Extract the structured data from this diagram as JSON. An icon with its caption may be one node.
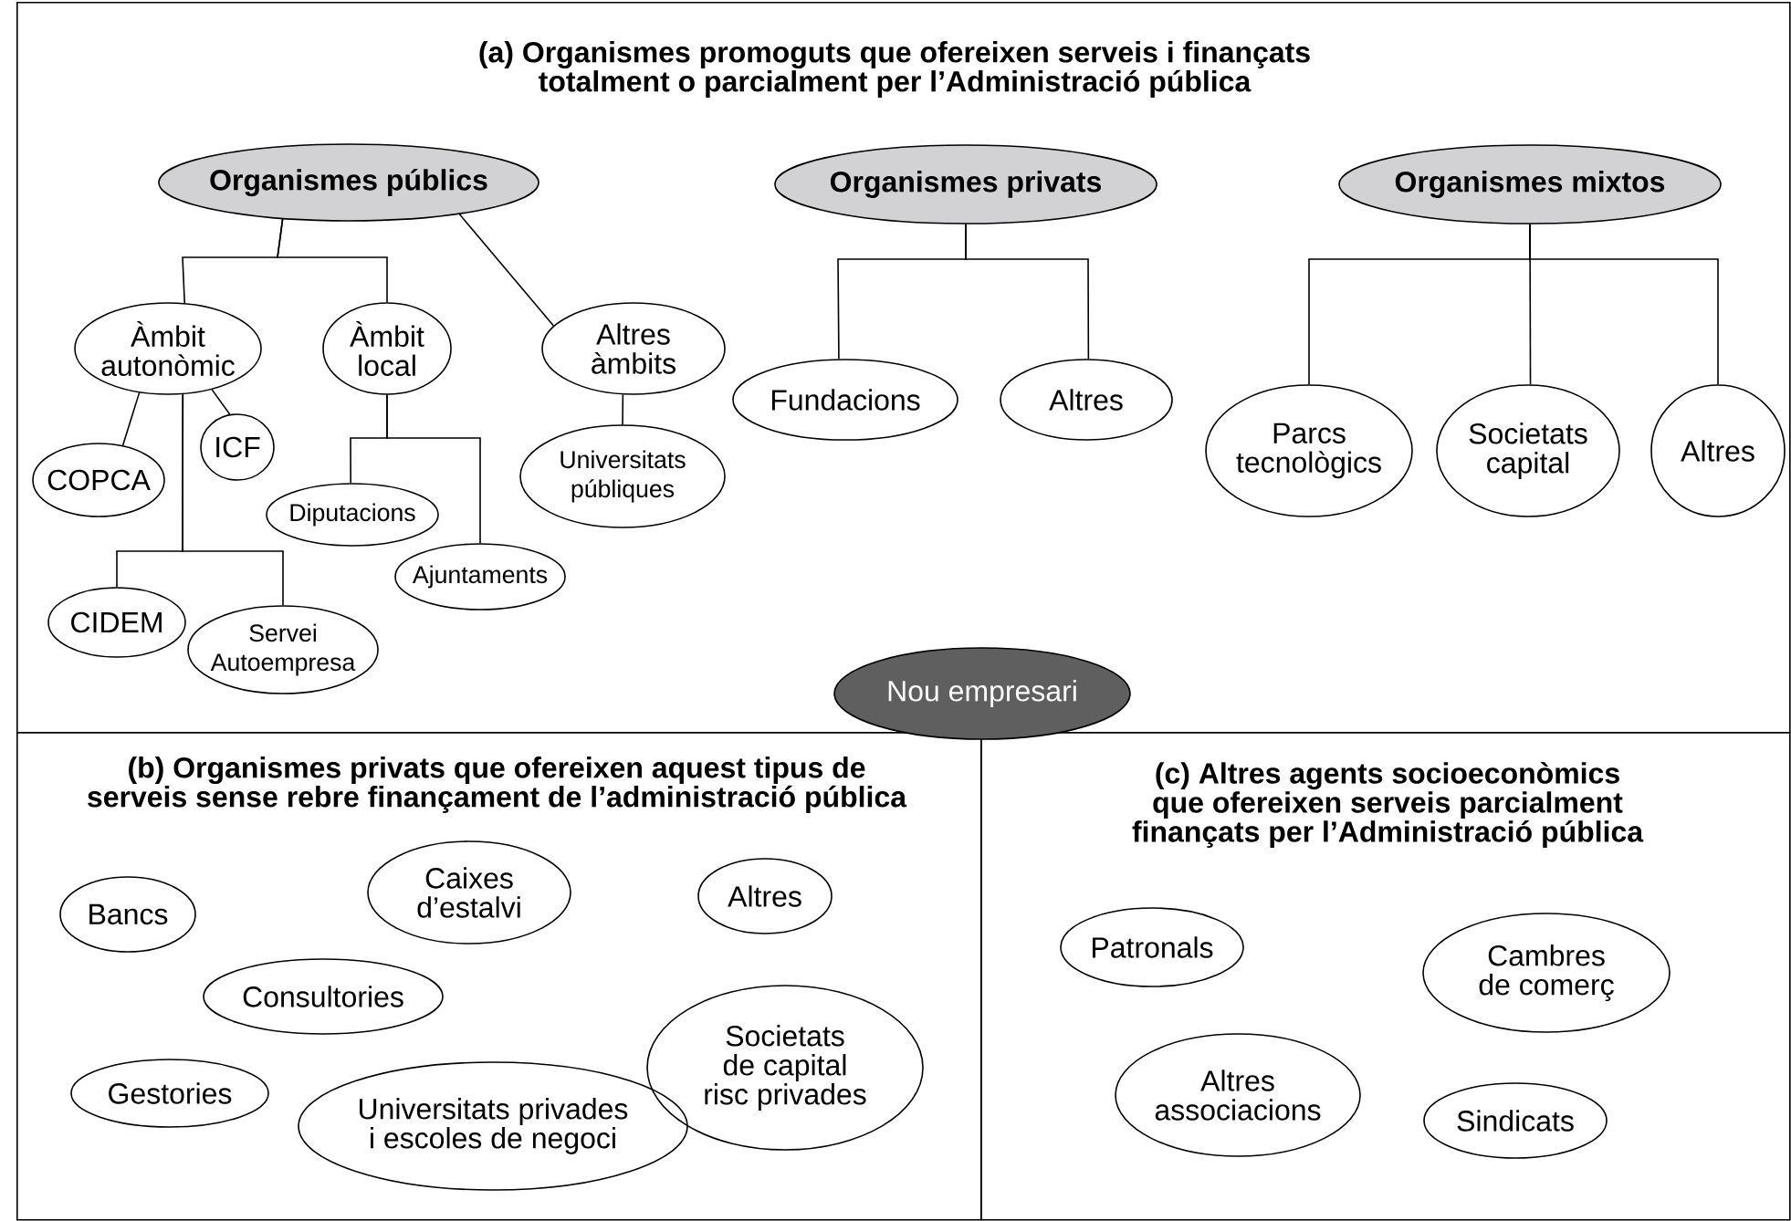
{
  "diagram": {
    "nodes": [
      {
        "text": [
          "(a) Organismes promoguts que ofereixen serveis i finançats totalment o parcialment per l’Administració pública"
        ]
      },
      {
        "text": [
          "Organismes públics"
        ],
        "in": 0
      },
      {
        "text": [
          "Àmbit autonòmic"
        ],
        "in": 0
      },
      {
        "text": [
          "Àmbit local"
        ],
        "in": 0
      },
      {
        "text": [
          "Altres àmbits"
        ],
        "in": 0
      },
      {
        "text": [
          "COPCA"
        ],
        "in": 0
      },
      {
        "text": [
          "ICF"
        ],
        "in": 0
      },
      {
        "text": [
          "CIDEM"
        ],
        "in": 0
      },
      {
        "text": [
          "Servei Autoempresa"
        ],
        "in": 0
      },
      {
        "text": [
          "Diputacions"
        ],
        "in": 0
      },
      {
        "text": [
          "Ajuntaments"
        ],
        "in": 0
      },
      {
        "text": [
          "Universitats públiques"
        ],
        "in": 0
      },
      {
        "text": [
          "Organismes privats"
        ],
        "in": 0
      },
      {
        "text": [
          "Fundacions"
        ],
        "in": 0
      },
      {
        "text": [
          "Altres"
        ],
        "in": 0
      },
      {
        "text": [
          "Organismes mixtos"
        ],
        "in": 0
      },
      {
        "text": [
          "Parcs tecnològics"
        ],
        "in": 0
      },
      {
        "text": [
          "Societats capital"
        ],
        "in": 0
      },
      {
        "text": [
          "Altres"
        ],
        "in": 0
      },
      {
        "text": [
          "Nou empresari"
        ]
      },
      {
        "text": [
          "(b) Organismes privats que ofereixen aquest tipus de serveis sense rebre finançament de l’administració pública"
        ]
      },
      {
        "text": [
          "Bancs"
        ],
        "in": 20
      },
      {
        "text": [
          "Caixes d’estalvi"
        ],
        "in": 20
      },
      {
        "text": [
          "Altres"
        ],
        "in": 20
      },
      {
        "text": [
          "Consultories"
        ],
        "in": 20
      },
      {
        "text": [
          "Societats de capital risc privades"
        ],
        "in": 20
      },
      {
        "text": [
          "Gestories"
        ],
        "in": 20
      },
      {
        "text": [
          "Universitats privades i escoles de negoci"
        ],
        "in": 20
      },
      {
        "text": [
          "(c) Altres agents socioeconòmics que ofereixen serveis parcialment finançats per l’Administració pública"
        ]
      },
      {
        "text": [
          "Patronals"
        ],
        "in": 28
      },
      {
        "text": [
          "Cambres de comerç"
        ],
        "in": 28
      },
      {
        "text": [
          "Altres associacions"
        ],
        "in": 28
      },
      {
        "text": [
          "Sindicats"
        ],
        "in": 28
      }
    ],
    "edges": [
      {
        "from": 1,
        "to": 2,
        "arrow": "none"
      },
      {
        "from": 1,
        "to": 3,
        "arrow": "none"
      },
      {
        "from": 1,
        "to": 4,
        "arrow": "none"
      },
      {
        "from": 2,
        "to": 5,
        "arrow": "none"
      },
      {
        "from": 2,
        "to": 6,
        "arrow": "none"
      },
      {
        "from": 2,
        "to": 7,
        "arrow": "none"
      },
      {
        "from": 2,
        "to": 8,
        "arrow": "none"
      },
      {
        "from": 3,
        "to": 9,
        "arrow": "none"
      },
      {
        "from": 3,
        "to": 10,
        "arrow": "none"
      },
      {
        "from": 4,
        "to": 11,
        "arrow": "none"
      },
      {
        "from": 12,
        "to": 13,
        "arrow": "none"
      },
      {
        "from": 12,
        "to": 14,
        "arrow": "none"
      },
      {
        "from": 15,
        "to": 16,
        "arrow": "none"
      },
      {
        "from": 15,
        "to": 17,
        "arrow": "none"
      },
      {
        "from": 15,
        "to": 18,
        "arrow": "none"
      }
    ]
  }
}
